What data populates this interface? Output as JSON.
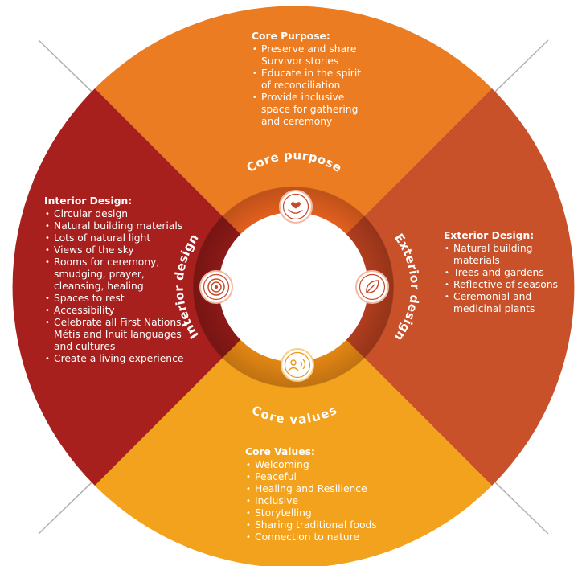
{
  "quadrants": {
    "core_purpose": {
      "title": "Core Purpose:",
      "items": [
        "Preserve and share Survivor stories",
        "Educate in the spirit of reconciliation",
        "Provide inclusive space for gathering and ceremony"
      ]
    },
    "interior_design": {
      "title": "Interior Design:",
      "items": [
        "Circular design",
        "Natural building materials",
        "Lots of natural light",
        "Views of the sky",
        "Rooms for ceremony, smudging, prayer, cleansing, healing",
        "Spaces to rest",
        "Accessibility",
        "Celebrate all First Nations, Métis and Inuit languages and cultures",
        "Create a living experience"
      ]
    },
    "exterior_design": {
      "title": "Exterior Design:",
      "items": [
        "Natural building materials",
        "Trees and gardens",
        "Reflective of seasons",
        "Ceremonial and medicinal plants"
      ]
    },
    "core_values": {
      "title": "Core Values:",
      "items": [
        "Welcoming",
        "Peaceful",
        "Healing and Resilience",
        "Inclusive",
        "Storytelling",
        "Sharing traditional foods",
        "Connection to nature"
      ]
    }
  },
  "ring_labels": {
    "top": "Core purpose",
    "left": "Interior design",
    "right": "Exterior design",
    "bottom": "Core values"
  },
  "icons": {
    "top": "heart-in-hand-icon",
    "left": "concentric-circles-icon",
    "right": "leaf-icon",
    "bottom": "person-speaking-icon"
  },
  "colors": {
    "core_purpose": "#ec7c22",
    "interior_design": "#a8201e",
    "exterior_design": "#c9512a",
    "core_values": "#f2a21c",
    "icon_stroke": "#c84a2a",
    "center": "#ffffff"
  }
}
